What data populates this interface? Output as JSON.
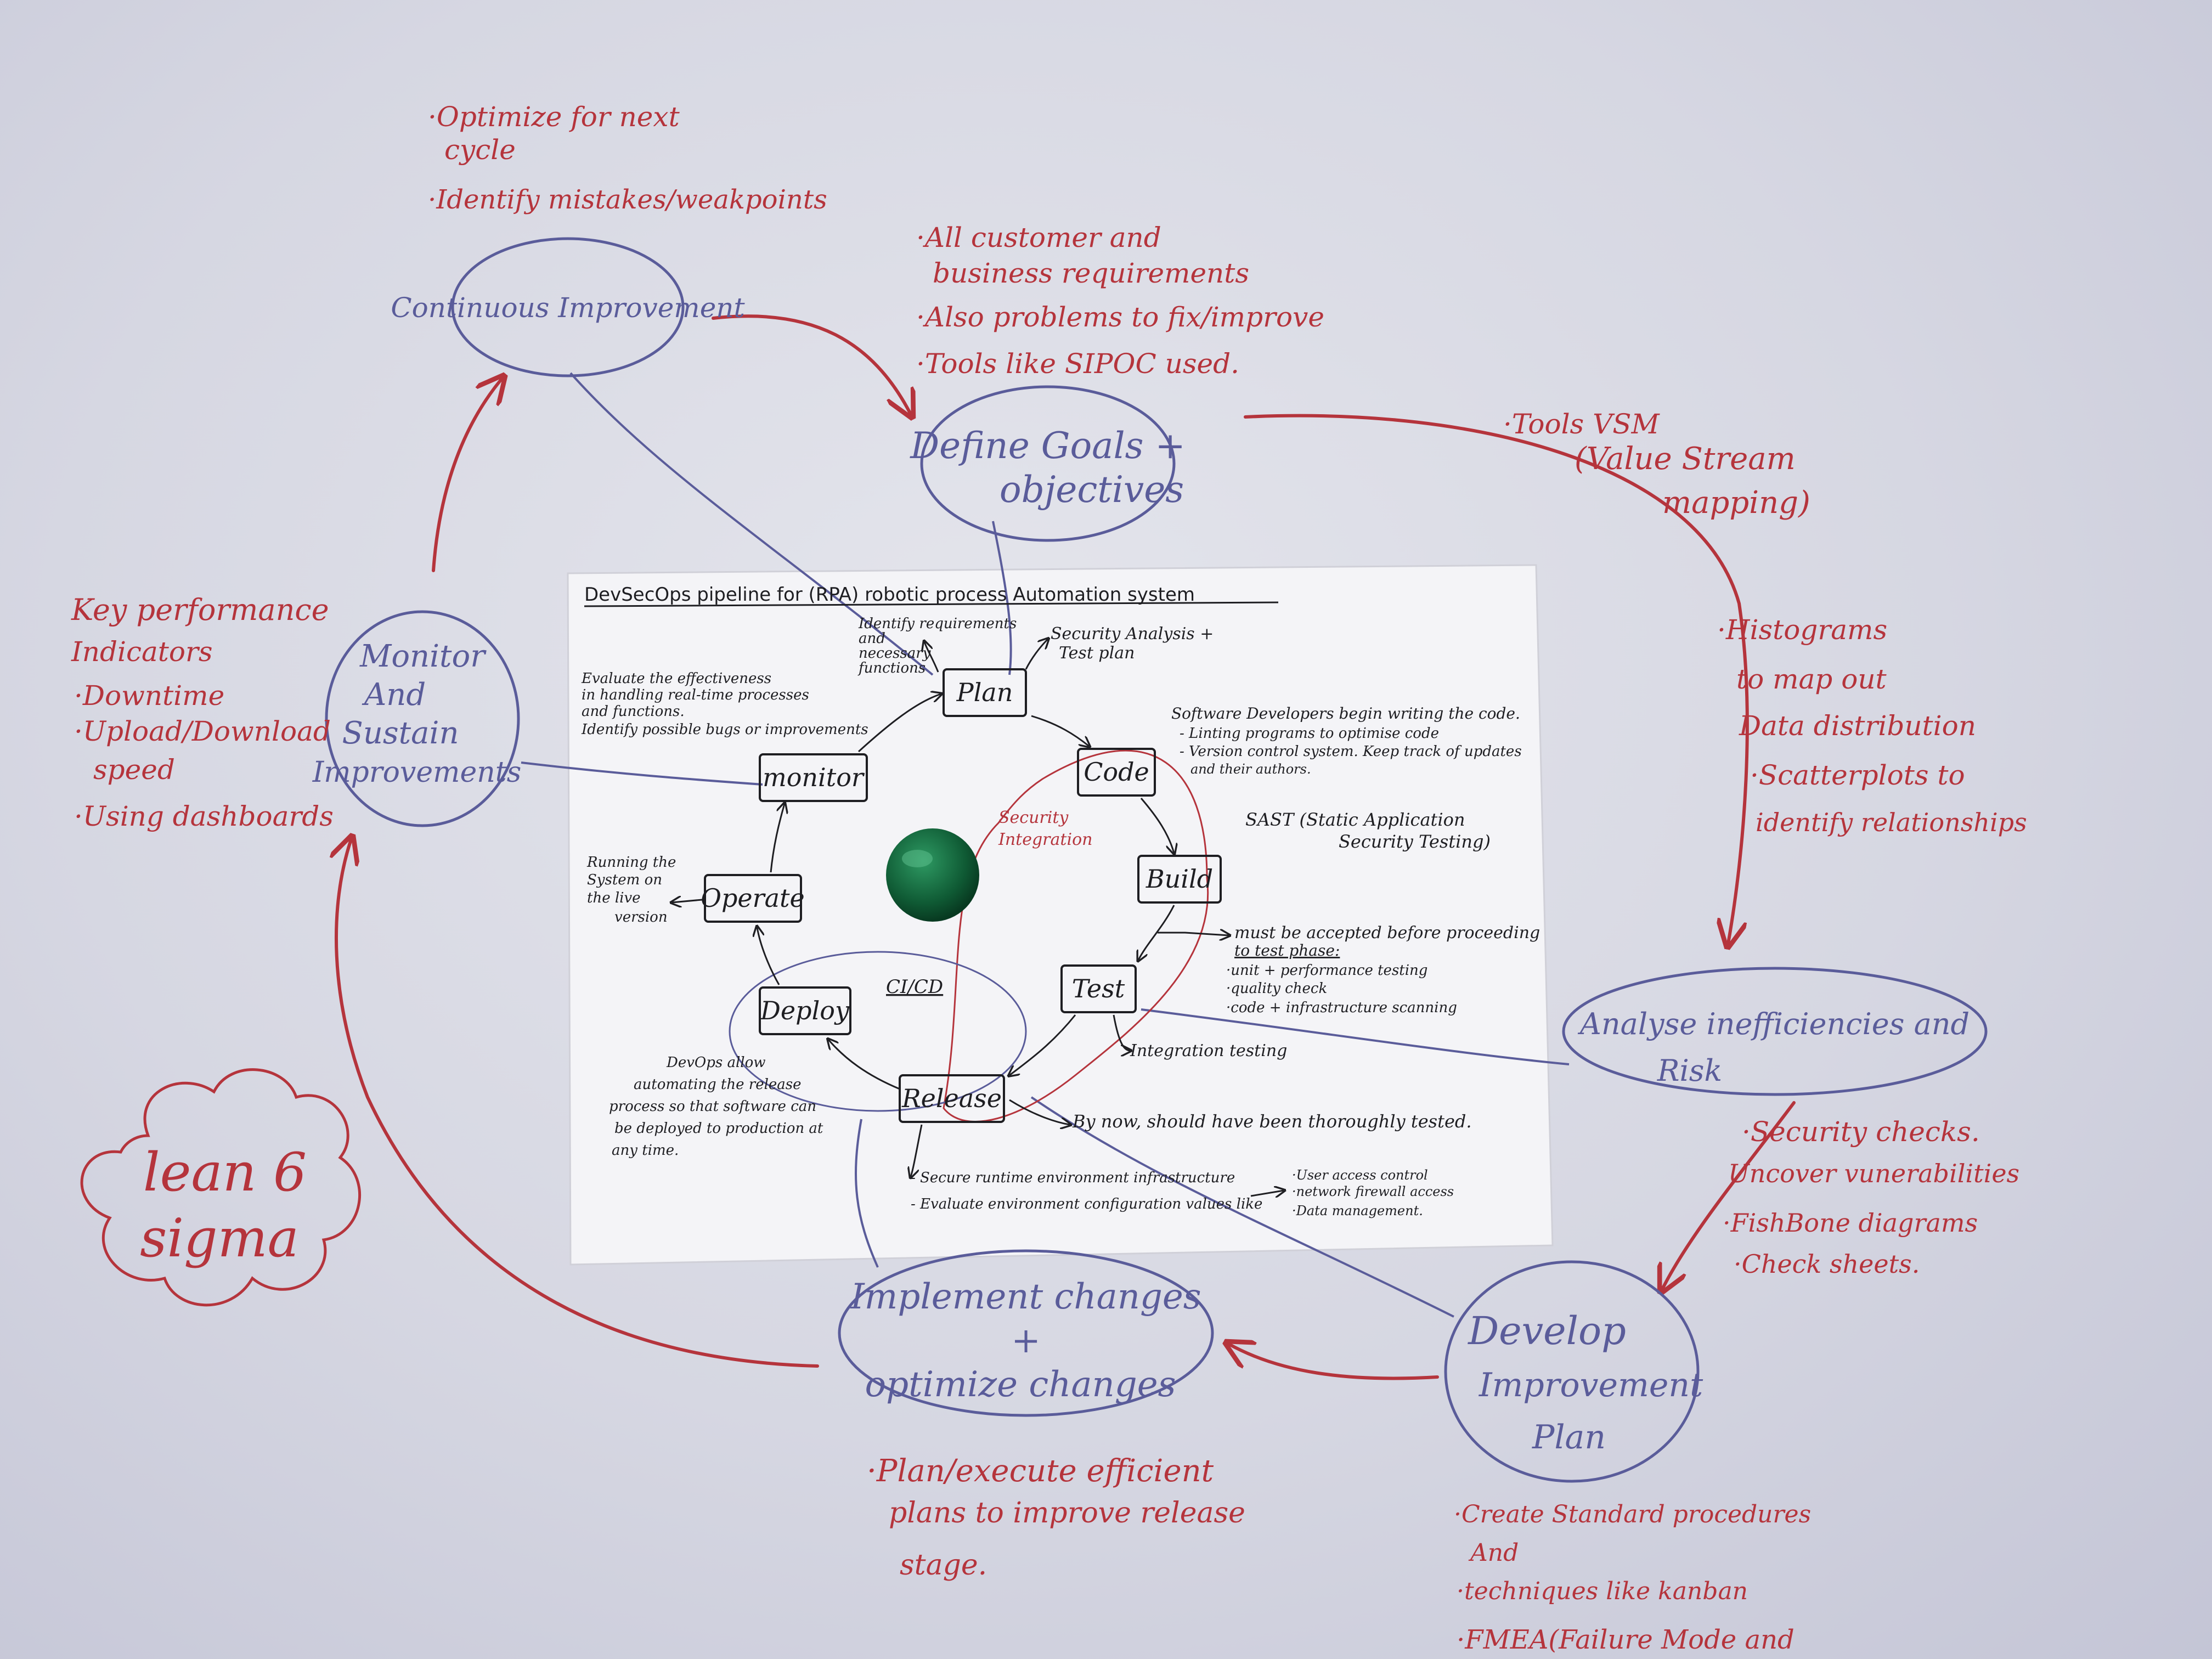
{
  "nodes": {
    "continuous_improvement": "Continuous Improvement",
    "define_goals": [
      "Define Goals +",
      "objectives"
    ],
    "analyse_inefficiencies": [
      "Analyse inefficiencies and",
      "Risk"
    ],
    "develop_plan": [
      "Develop",
      "Improvement",
      "Plan"
    ],
    "implement_changes": [
      "Implement changes",
      "+",
      "optimize changes"
    ],
    "monitor_sustain": [
      "Monitor",
      "And",
      "Sustain",
      "Improvements"
    ],
    "lean_six_sigma": [
      "lean 6",
      "sigma"
    ]
  },
  "notes": {
    "continuous_improvement": [
      "·Optimize for next",
      "cycle",
      "·Identify mistakes/weakpoints"
    ],
    "define_goals": [
      "·All customer and",
      "business requirements",
      "·Also problems to fix/improve",
      "·Tools like SIPOC used."
    ],
    "tools_vsm": [
      "·Tools VSM",
      "(Value Stream",
      "mapping)"
    ],
    "analysis_tools": [
      "·Histograms",
      "to map out",
      "Data distribution",
      "·Scatterplots to",
      "identify relationships"
    ],
    "analyse_checks": [
      "·Security checks.",
      "Uncover vunerabilities",
      "·FishBone diagrams",
      "·Check sheets."
    ],
    "develop_plan": [
      "·Create Standard procedures",
      "And",
      "·techniques like kanban",
      "·FMEA(Failure Mode and"
    ],
    "implement_changes": [
      "·Plan/execute efficient",
      "plans to improve release",
      "stage."
    ],
    "kpi": [
      "Key performance",
      "Indicators",
      "·Downtime",
      "·Upload/Download",
      "speed",
      "·Using dashboards"
    ]
  },
  "sheet": {
    "title": "DevSecOps pipeline for (RPA) robotic process Automation system",
    "stages": {
      "plan": "Plan",
      "code": "Code",
      "build": "Build",
      "test": "Test",
      "release": "Release",
      "deploy": "Deploy",
      "operate": "Operate",
      "monitor": "monitor"
    },
    "cicd": "CI/CD",
    "security_integration": [
      "Security",
      "Integration"
    ],
    "plan_requirements": [
      "Identify requirements",
      "and",
      "necessary",
      "functions"
    ],
    "plan_security": [
      "Security Analysis +",
      "Test plan"
    ],
    "code_notes": [
      "Software Developers begin writing the code.",
      "- Linting programs to optimise code",
      "- Version control system. Keep track of updates",
      "and their authors."
    ],
    "build_note": [
      "SAST (Static Application",
      "Security Testing)"
    ],
    "test_notes": [
      "must be accepted before proceeding",
      "to test phase:",
      "·unit + performance testing",
      "·quality check",
      "·code + infrastructure scanning"
    ],
    "integration_testing": "Integration testing",
    "release_tested": "By now, should have been thoroughly tested.",
    "release_notes": [
      "- Secure runtime environment infrastructure",
      "- Evaluate environment configuration values like"
    ],
    "config_values": [
      "·User access control",
      "·network firewall access",
      "·Data management."
    ],
    "deploy_note": [
      "DevOps allow",
      "automating the release",
      "process so that software can",
      "be deployed to production at",
      "any time."
    ],
    "operate_note": [
      "Running the",
      "System on",
      "the live",
      "version"
    ],
    "monitor_note": [
      "Evaluate the effectiveness",
      "in handling real-time processes",
      "and functions.",
      "Identify possible bugs or improvements"
    ]
  },
  "colors": {
    "red_marker": "#b5343c",
    "blue_marker": "#5a5c9a",
    "black_pen": "#1e1e22",
    "magnet": "#0f5a34",
    "paper": "#f4f4f7"
  }
}
